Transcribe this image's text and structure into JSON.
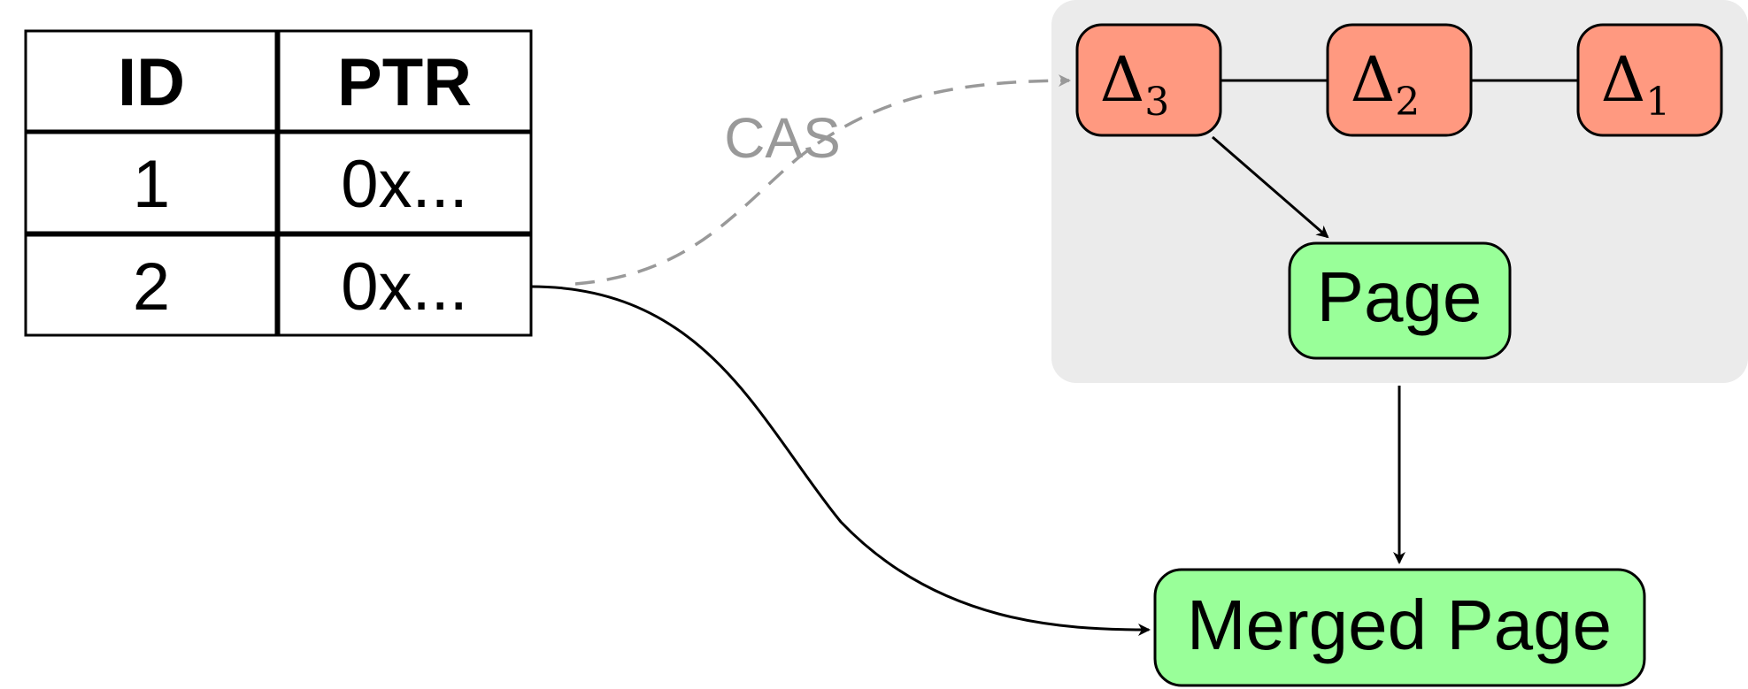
{
  "colors": {
    "delta_fill": "#ff9980",
    "page_fill": "#99ff99",
    "group_fill": "#ebebeb",
    "stroke": "#000000",
    "cas_color": "#999999"
  },
  "table": {
    "headers": [
      "ID",
      "PTR"
    ],
    "rows": [
      [
        "1",
        "0x..."
      ],
      [
        "2",
        "0x..."
      ]
    ]
  },
  "deltas": [
    {
      "symbol": "Δ",
      "subscript": "3"
    },
    {
      "symbol": "Δ",
      "subscript": "2"
    },
    {
      "symbol": "Δ",
      "subscript": "1"
    }
  ],
  "nodes": {
    "page": "Page",
    "merged_page": "Merged Page"
  },
  "edges": {
    "cas_label": "CAS"
  }
}
